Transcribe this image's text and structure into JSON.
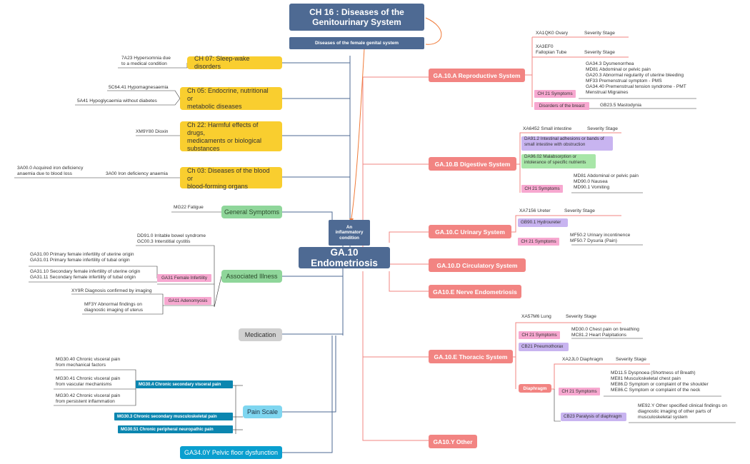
{
  "title": {
    "line1": "CH 16 : Diseases of the",
    "line2": "Genitourinary System"
  },
  "subtitle": "Diseases of the female genital system",
  "central": "GA.10 Endometriosis",
  "inflammatory": {
    "line1": "An",
    "line2": "inflammatory",
    "line3": "condition"
  },
  "left": {
    "sleep": {
      "label": "CH 07: Sleep-wake disorders",
      "note1": "7A23 Hypersomnia due",
      "note2": "to a medical condition"
    },
    "endocrine": {
      "label1": "Ch 05: Endocrine, nutritional or",
      "label2": "metabolic diseases",
      "note1": "5C64.41 Hypomagnesaemia",
      "note2": "5A41 Hypoglycaemia without diabetes"
    },
    "drugs": {
      "label1": "Ch 22: Harmful effects of drugs,",
      "label2": "medicaments  or biological",
      "label3": "substances",
      "note1": "XM9Y80 Dioxin"
    },
    "blood": {
      "label1": "Ch 03: Diseases of the blood or",
      "label2": "blood-forming organs",
      "note1": "3A00 Iron deficiency anaemia",
      "note2a": "3A00.0 Acquired iron deficiency",
      "note2b": "anaemia due to blood loss"
    },
    "general": {
      "label": "General Symptoms",
      "note1": "MG22 Fatigue"
    },
    "assoc": {
      "label": "Associated Illness",
      "n1": "DD91.0 Irritable bowel syndrome",
      "n2": "GC00.3 Interstitial cystitis",
      "infert_tag": "GA31 Female Infertility",
      "i1": "GA31.00 Primary female infertility of uterine origin",
      "i2": "GA31.01 Primary female infertility of tubal origin",
      "i3": "GA31.10 Secondary female infertility of uterine origin",
      "i4": "GA31.11 Secondary female infertility of tubal origin",
      "adeno_tag": "GA11 Adenomyosis",
      "a1": "XY9R Diagnosis confirmed by imaging",
      "a2a": "MF3Y Abnormal findings on",
      "a2b": "diagnostic imaging of uterus"
    },
    "medication": {
      "label": "Medication"
    },
    "pain": {
      "label": "Pain Scale",
      "visceral_tag": "MG30.4 Chronic secondary visceral pain",
      "v1a": "MG30.40 Chronic visceral pain",
      "v1b": "from mechanical factors",
      "v2a": "MG30.41 Chronic visceral pain",
      "v2b": "from vascular mechanisms",
      "v3a": "MG30.42 Chronic visceral pain",
      "v3b": "from persistent inflammation",
      "musculo_tag": "MG30.3 Chronic secondary musculoskeletal pain",
      "neuro_tag": "MG30.51 Chronic peripheral neuropathic pain"
    },
    "pelvic": {
      "label": "GA34.0Y Pelvic floor dysfunction"
    }
  },
  "right": {
    "repro": {
      "label": "GA.10.A Reproductive System",
      "ovary": "XA1QK0 Ovary",
      "sev1": "Severity Stage",
      "fall1": "XA3EF0",
      "fall2": "Fallopian Tube",
      "sev2": "Severity Stage",
      "ch21": "CH 21 Symptoms",
      "s1": "GA34.3 Dysmenorrhea",
      "s2": "MD81 Abdominal or pelvic pain",
      "s3": "GA20.3 Abnormal regularity of uterine bleeding",
      "s4": "MF33 Premenstrual symptom - PMS",
      "s5": "GA34.40 Premenstrual tension syndrome - PMT",
      "s6": "Menstrual Migraines",
      "breast_tag": "Disorders of the breast",
      "breast": "GB23.5 Mastodynia"
    },
    "digest": {
      "label": "GA.10.B Digestive System",
      "small": "XA6452 Small intestine",
      "sev": "Severity Stage",
      "adh1": "DA91.2 Intestinal adhesions or bands of",
      "adh2": "small intestine with obstruction",
      "mal1": "DA96.02 Malabsorption or",
      "mal2": "intolerance of specific nutrients",
      "ch21": "CH 21 Symptoms",
      "s1": "MD81 Abdominal or pelvic pain",
      "s2": "MD90.0 Nausea",
      "s3": "MD90.1 Vomiting"
    },
    "urinary": {
      "label": "GA.10.C Urinary System",
      "ureter": "XA7156 Ureter",
      "sev": "Severity Stage",
      "hydro": "GB90.1 Hydroureter",
      "ch21": "CH 21 Symptoms",
      "s1": "MF50.2 Urinary incontinence",
      "s2": "MF50.7 Dysuria (Pain)"
    },
    "circ": {
      "label": "GA.10.D Circulatory System"
    },
    "nerve": {
      "label": "GA10.E Nerve Endometriosis"
    },
    "thoracic": {
      "label": "GA.10.E Thoracic System",
      "lung": "XA57M6 Lung",
      "sev": "Severity Stage",
      "ch21": "CH 21 Symptoms",
      "l1": "MD30.0 Chest pain on breathing",
      "l2": "MC81.2 Heart Palpitations",
      "pneumo": "CB21 Pneumothorax",
      "diaph_tag": "Diaphragm",
      "diaph": "XA2JL0 Diaphragm",
      "sev2": "Severity Stage",
      "ch21b": "CH 21 Symptoms",
      "d1": "MD11.5 Dyspnoea (Shortness of Breath)",
      "d2": "ME81 Musculoskeletal chest pain",
      "d3": "ME86.D Symptom or complaint of the shoulder",
      "d4": "ME86.C Symptom or complaint of the neck",
      "para": "CB23 Paralysis of diaphragm",
      "p1": "ME92.Y Other specified clinical findings on",
      "p2": "diagnostic imaging of other parts of",
      "p3": "musculoskeletal system"
    },
    "other": {
      "label": "GA10.Y Other"
    }
  }
}
